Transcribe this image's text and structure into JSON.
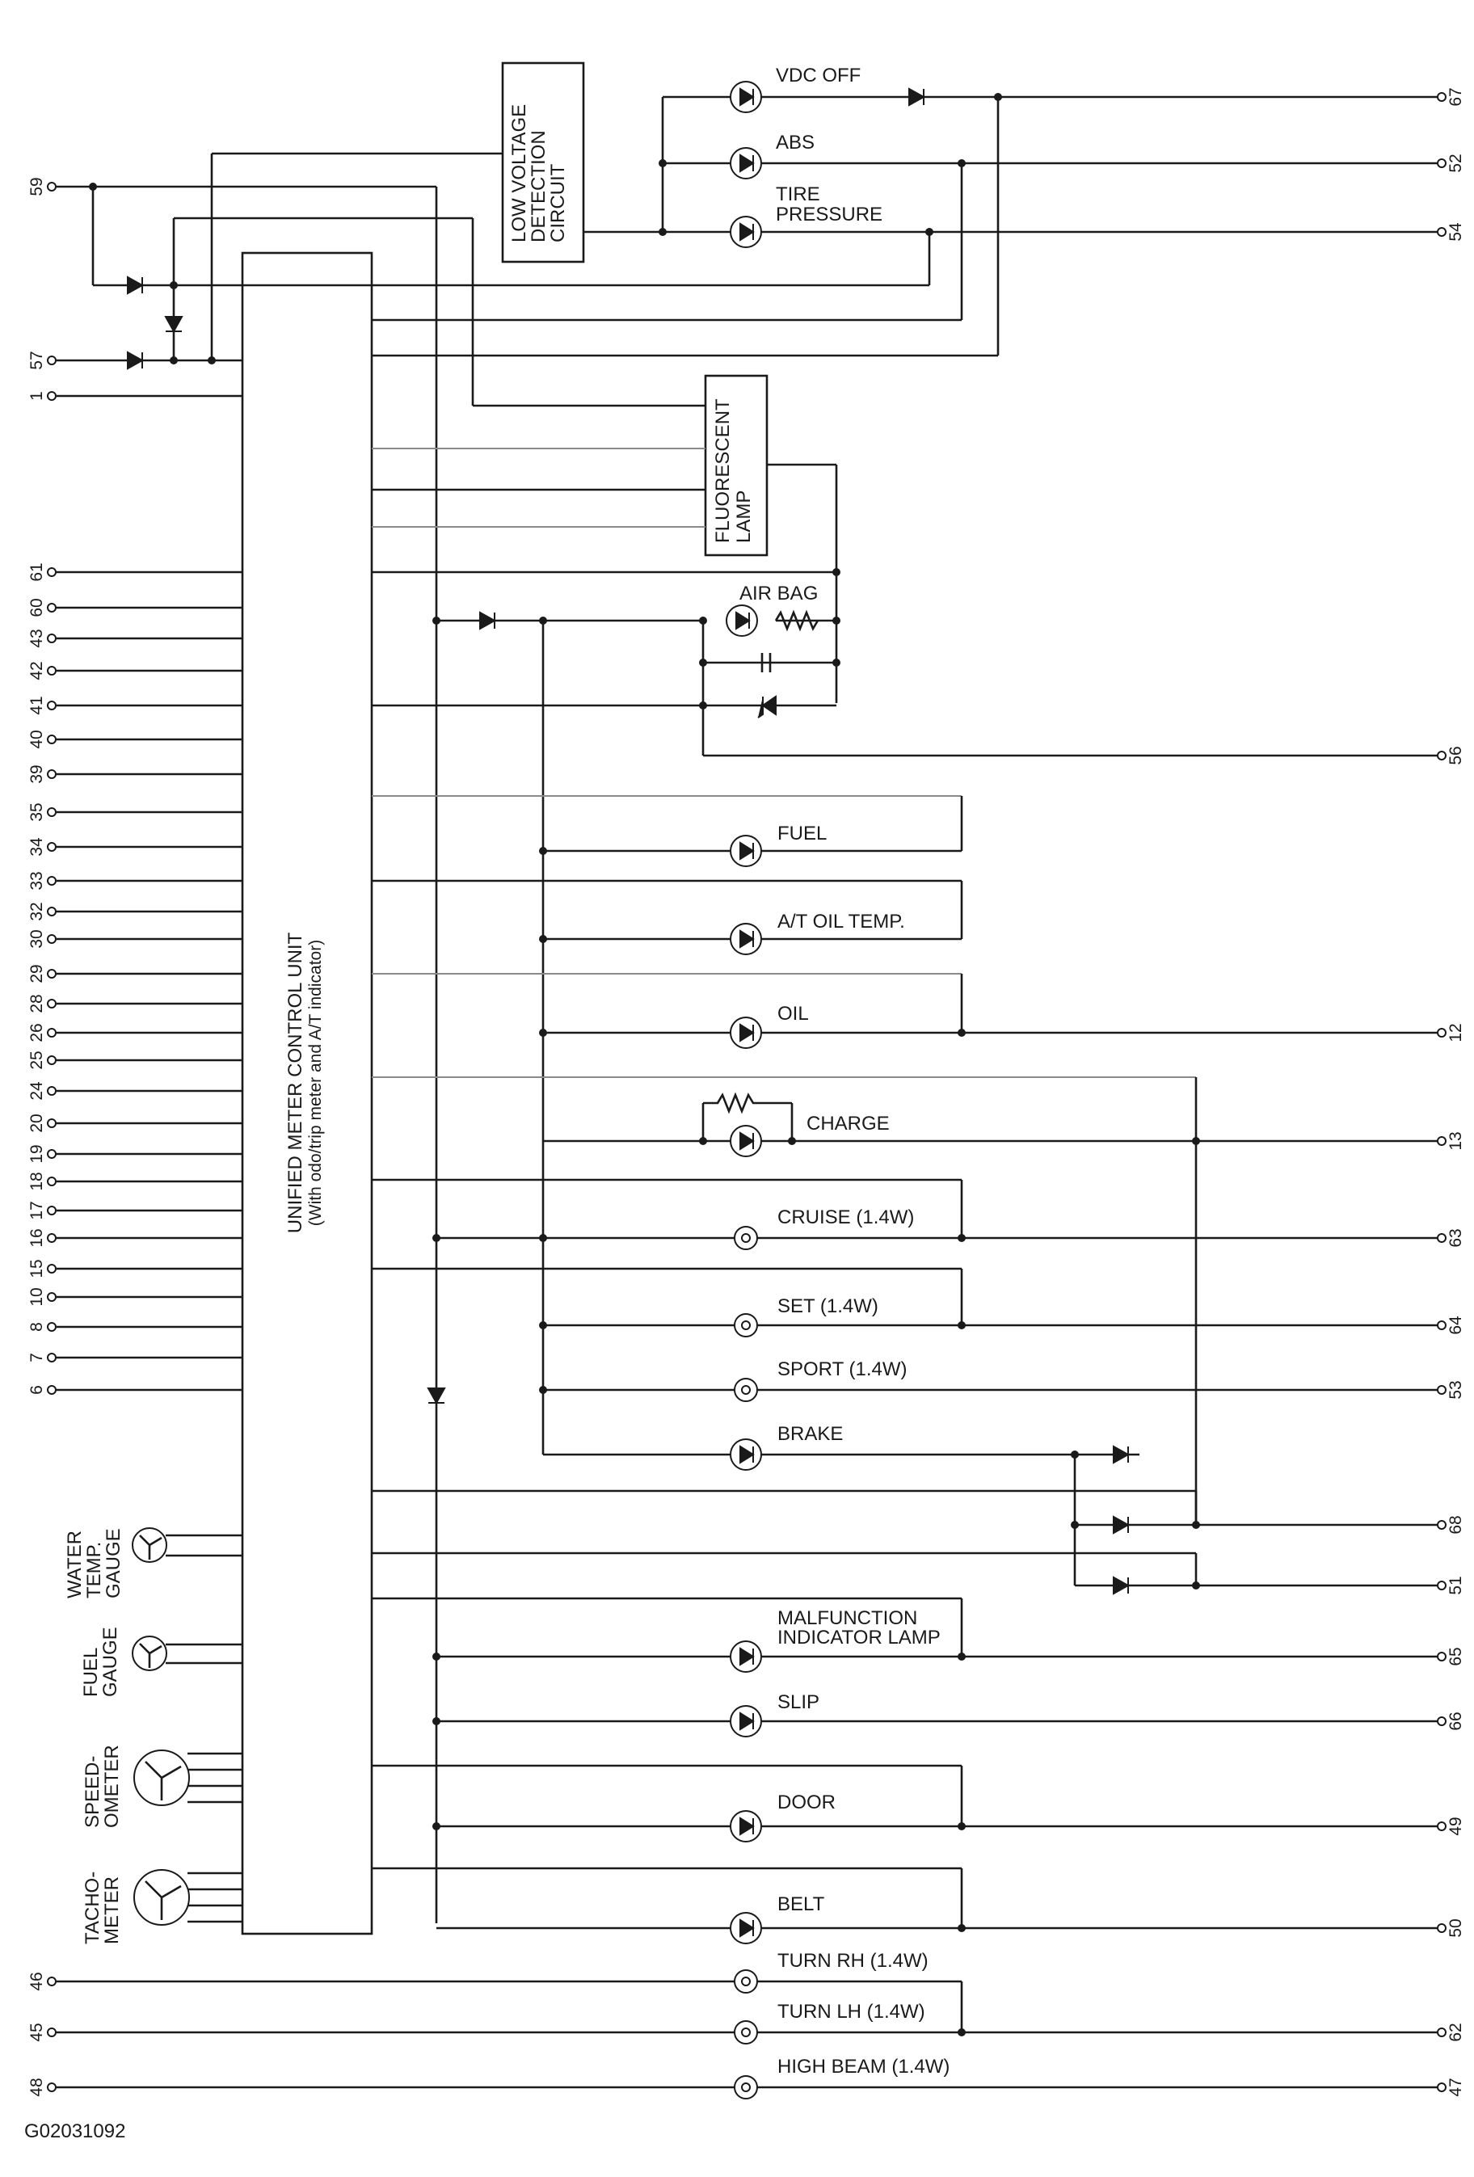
{
  "figure_id": "G02031092",
  "control_unit": {
    "title": "UNIFIED METER CONTROL UNIT",
    "subtitle": "(With odo/trip meter and A/T indicator)"
  },
  "low_voltage_circuit": [
    "LOW VOLTAGE",
    "DETECTION",
    "CIRCUIT"
  ],
  "fluorescent_lamp": [
    "FLUORESCENT",
    "LAMP"
  ],
  "lamp_labels": {
    "vdc_off": "VDC OFF",
    "abs": "ABS",
    "tire_pressure": [
      "TIRE",
      "PRESSURE"
    ],
    "air_bag": "AIR BAG",
    "fuel": "FUEL",
    "at_oil_temp": "A/T OIL TEMP.",
    "oil": "OIL",
    "charge": "CHARGE",
    "cruise": "CRUISE (1.4W)",
    "set": "SET (1.4W)",
    "sport": "SPORT (1.4W)",
    "brake": "BRAKE",
    "mil": [
      "MALFUNCTION",
      "INDICATOR LAMP"
    ],
    "slip": "SLIP",
    "door": "DOOR",
    "belt": "BELT",
    "turn_rh": "TURN RH (1.4W)",
    "turn_lh": "TURN LH (1.4W)",
    "high_beam": "HIGH BEAM (1.4W)"
  },
  "gauges": {
    "water_temp": [
      "WATER",
      "TEMP.",
      "GAUGE"
    ],
    "fuel": [
      "FUEL",
      "GAUGE"
    ],
    "speedometer": [
      "SPEED-",
      "OMETER"
    ],
    "tachometer": [
      "TACHO-",
      "METER"
    ]
  },
  "left_pins": {
    "p59": "59",
    "p57": "57",
    "p1": "1",
    "p61": "61",
    "p60": "60",
    "p43": "43",
    "p42": "42",
    "p41": "41",
    "p40": "40",
    "p39": "39",
    "p35": "35",
    "p34": "34",
    "p33": "33",
    "p32": "32",
    "p30": "30",
    "p29": "29",
    "p28": "28",
    "p26": "26",
    "p25": "25",
    "p24": "24",
    "p20": "20",
    "p19": "19",
    "p18": "18",
    "p17": "17",
    "p16": "16",
    "p15": "15",
    "p10": "10",
    "p8": "8",
    "p7": "7",
    "p6": "6",
    "p46": "46",
    "p45": "45",
    "p48": "48"
  },
  "right_pins": {
    "p67": "67",
    "p52": "52",
    "p54": "54",
    "p56": "56",
    "p12": "12",
    "p13": "13",
    "p63": "63",
    "p64": "64",
    "p53": "53",
    "p68": "68",
    "p51": "51",
    "p65": "65",
    "p66": "66",
    "p49": "49",
    "p50": "50",
    "p62": "62",
    "p47": "47"
  }
}
